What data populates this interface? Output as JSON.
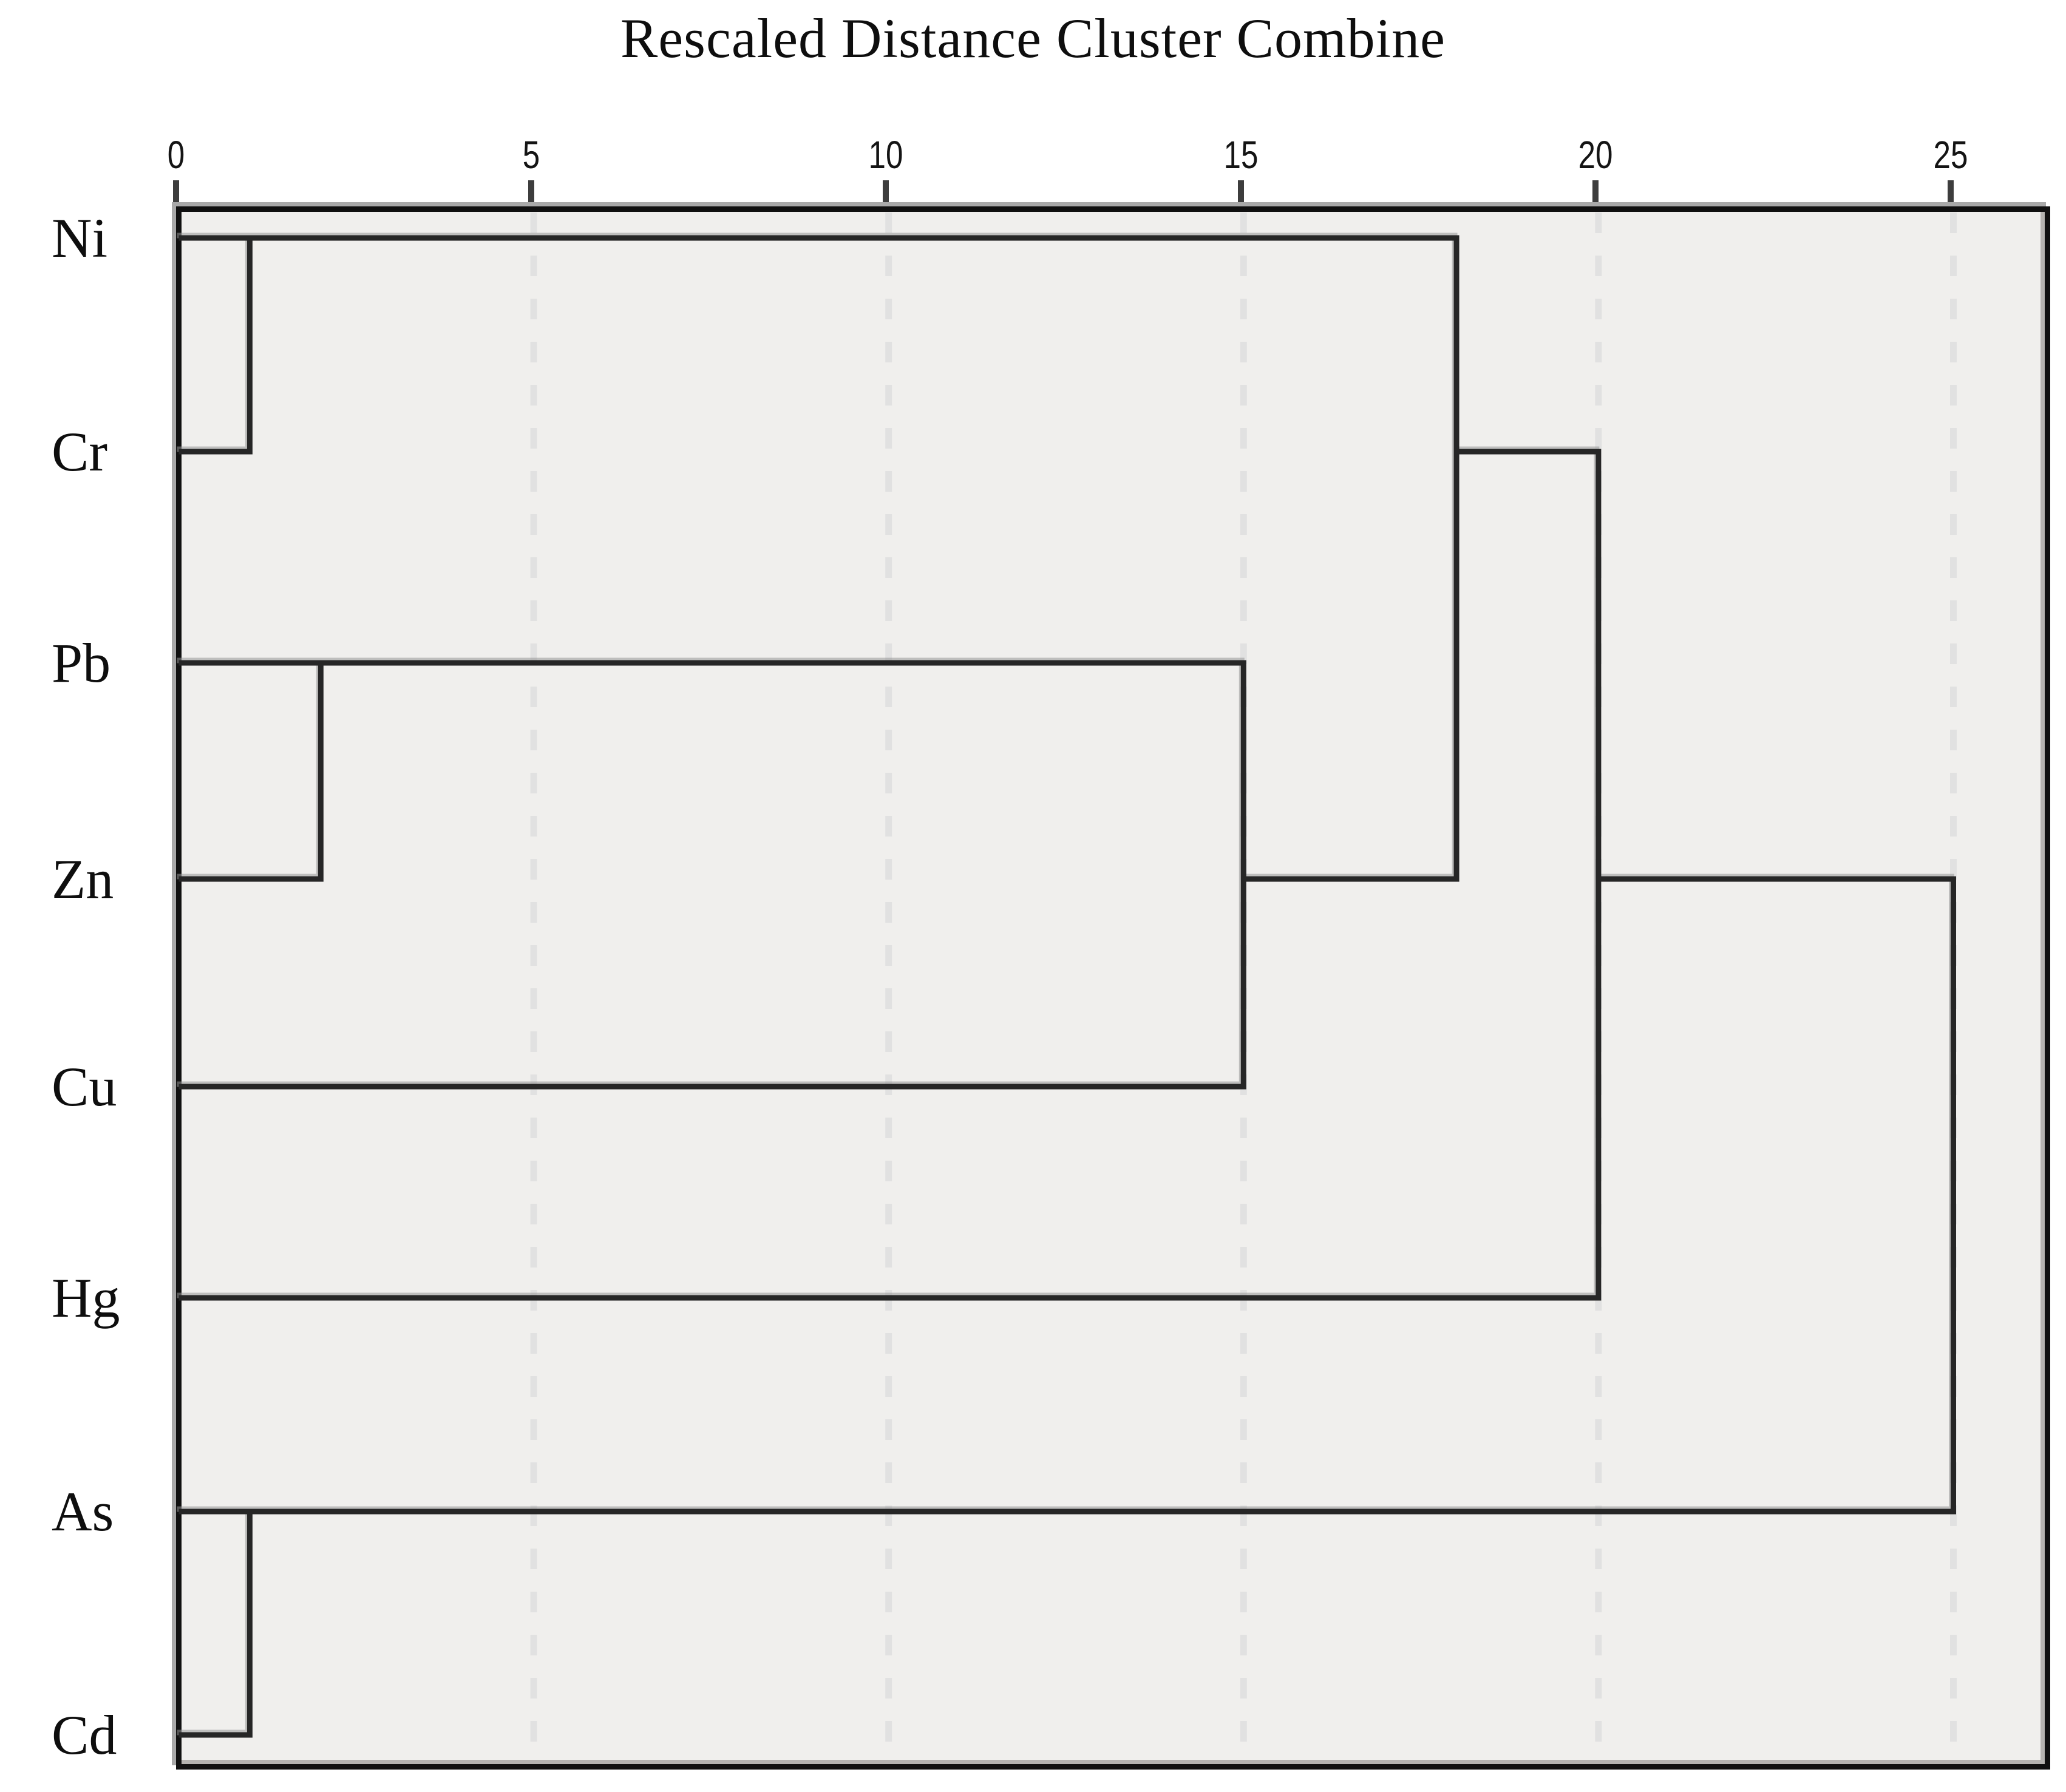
{
  "title": "Rescaled Distance Cluster Combine",
  "axis": {
    "label_row": "top",
    "tick_values": [
      0,
      5,
      10,
      15,
      20,
      25
    ],
    "tick_labels": [
      "0",
      "5",
      "10",
      "15",
      "20",
      "25"
    ],
    "range": [
      0,
      25
    ]
  },
  "palette": {
    "page_bg": "#ffffff",
    "plot_bg": "#f0efed",
    "gridline": "#e1e1e1",
    "tree_line": "#262626",
    "frame": "#101010",
    "text": "#0e0e0e"
  },
  "chart_data": {
    "type": "dendrogram",
    "orientation": "horizontal",
    "title": "Rescaled Distance Cluster Combine",
    "xlabel": "Rescaled Distance Cluster Combine",
    "axis_ticks": [
      0,
      5,
      10,
      15,
      20,
      25
    ],
    "axis_range": [
      0,
      25
    ],
    "grid": "dashed-vertical",
    "leaves": [
      "Ni",
      "Cr",
      "Pb",
      "Zn",
      "Cu",
      "Hg",
      "As",
      "Cd"
    ],
    "merges": [
      {
        "cluster": "C1",
        "a": "Ni",
        "b": "Cr",
        "distance": 1,
        "exit_level": "Ni",
        "members": [
          "Ni",
          "Cr"
        ]
      },
      {
        "cluster": "C2",
        "a": "Pb",
        "b": "Zn",
        "distance": 2,
        "exit_level": "Pb",
        "members": [
          "Pb",
          "Zn"
        ]
      },
      {
        "cluster": "C3",
        "a": "C2",
        "b": "Cu",
        "distance": 15,
        "exit_level": "Zn",
        "members": [
          "Pb",
          "Zn",
          "Cu"
        ]
      },
      {
        "cluster": "C4",
        "a": "C1",
        "b": "C3",
        "distance": 18,
        "exit_level": "Cr",
        "members": [
          "Ni",
          "Cr",
          "Pb",
          "Zn",
          "Cu"
        ]
      },
      {
        "cluster": "C5",
        "a": "C4",
        "b": "Hg",
        "distance": 20,
        "exit_level": "Zn",
        "members": [
          "Ni",
          "Cr",
          "Pb",
          "Zn",
          "Cu",
          "Hg"
        ]
      },
      {
        "cluster": "C6",
        "a": "As",
        "b": "Cd",
        "distance": 1,
        "exit_level": "As",
        "members": [
          "As",
          "Cd"
        ]
      },
      {
        "cluster": "C7",
        "a": "C5",
        "b": "C6",
        "distance": 25,
        "exit_level": null,
        "members": [
          "Ni",
          "Cr",
          "Pb",
          "Zn",
          "Cu",
          "Hg",
          "As",
          "Cd"
        ]
      }
    ]
  }
}
